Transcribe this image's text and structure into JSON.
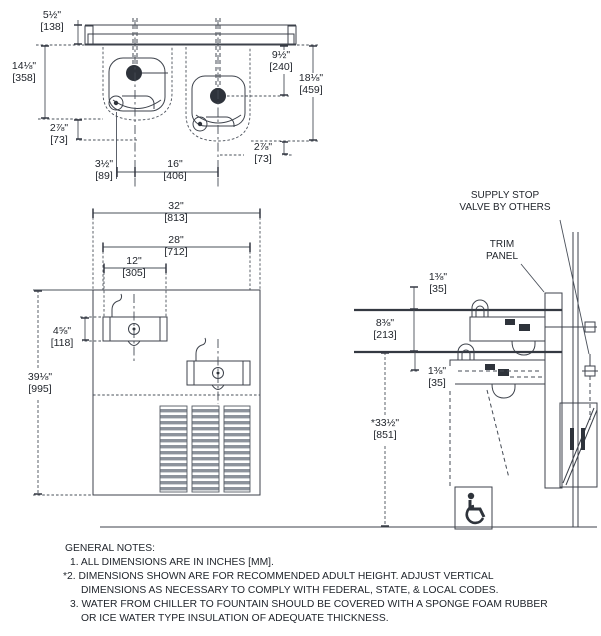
{
  "plan": {
    "apron": {
      "in": "5½\"",
      "mm": "[138]"
    },
    "left_basin_depth": {
      "in": "14⅛\"",
      "mm": "[358]"
    },
    "left_basin_lip": {
      "in": "2⅞\"",
      "mm": "[73]"
    },
    "bubbler_offset": {
      "in": "3½\"",
      "mm": "[89]"
    },
    "basin_spacing": {
      "in": "16\"",
      "mm": "[406]"
    },
    "right_basin_lip": {
      "in": "2⅞\"",
      "mm": "[73]"
    },
    "right_drain_depth": {
      "in": "9½\"",
      "mm": "[240]"
    },
    "right_basin_depth": {
      "in": "18⅛\"",
      "mm": "[459]"
    }
  },
  "front": {
    "overall_width": {
      "in": "32\"",
      "mm": "[813]"
    },
    "bowl_spread": {
      "in": "28\"",
      "mm": "[712]"
    },
    "fountain_width": {
      "in": "12\"",
      "mm": "[305]"
    },
    "receptor_height": {
      "in": "4⅝\"",
      "mm": "[118]"
    },
    "cabinet_height": {
      "in": "39⅛\"",
      "mm": "[995]"
    }
  },
  "side": {
    "supply_stop_line1": "SUPPLY STOP",
    "supply_stop_line2": "VALVE BY OTHERS",
    "trim_line1": "TRIM",
    "trim_line2": "PANEL",
    "upper_rim_offset": {
      "in": "1⅜\"",
      "mm": "[35]"
    },
    "rim_spacing": {
      "in": "8⅜\"",
      "mm": "[213]"
    },
    "lower_rim_offset": {
      "in": "1⅜\"",
      "mm": "[35]"
    },
    "ada_rim_height": {
      "in": "*33½\"",
      "mm": "[851]"
    }
  },
  "icons": {
    "accessibility": "wheelchair-symbol"
  },
  "notes": {
    "heading": "GENERAL NOTES:",
    "lines": [
      "1. ALL DIMENSIONS ARE IN INCHES [MM].",
      "*2. DIMENSIONS SHOWN ARE FOR RECOMMENDED ADULT HEIGHT. ADJUST VERTICAL",
      "DIMENSIONS AS NECESSARY TO COMPLY WITH FEDERAL, STATE, & LOCAL CODES.",
      "3. WATER FROM CHILLER TO FOUNTAIN SHOULD BE COVERED WITH A SPONGE FOAM  RUBBER",
      "OR ICE WATER TYPE INSULATION OF ADEQUATE THICKNESS."
    ]
  }
}
